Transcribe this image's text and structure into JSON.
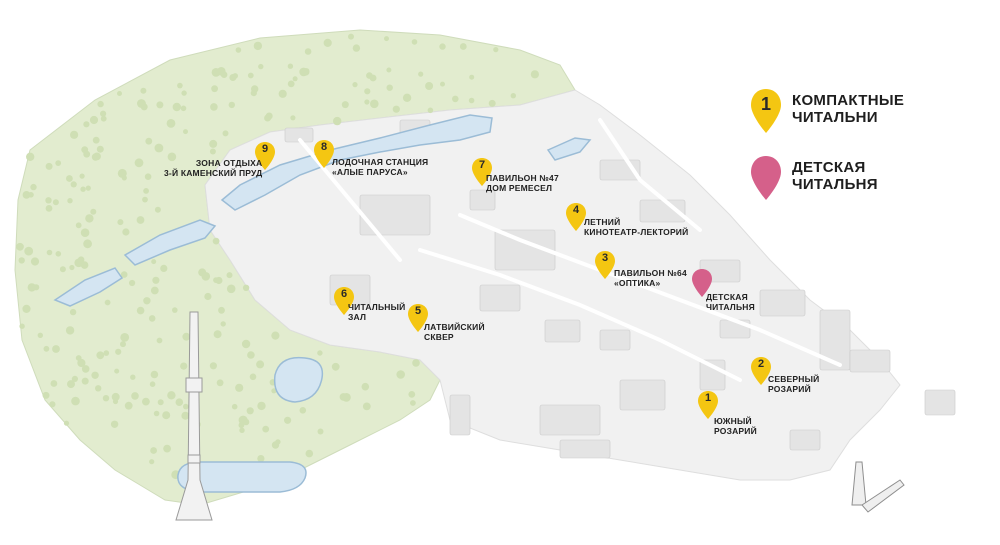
{
  "legend": {
    "compact": {
      "number": "1",
      "line1": "КОМПАКТНЫЕ",
      "line2": "ЧИТАЛЬНИ"
    },
    "kids": {
      "line1": "ДЕТСКАЯ",
      "line2": "ЧИТАЛЬНЯ"
    }
  },
  "colors": {
    "compact_pin": "#f4c612",
    "kids_pin": "#d5608a",
    "forest": "#e2eccf",
    "tree": "#cfdfb4",
    "water": "#d4e5f2",
    "water_stroke": "#9bbcd6",
    "ground": "#f1f1f1",
    "building": "#e4e4e4"
  },
  "points": [
    {
      "number": "1",
      "lines": [
        "ЮЖНЫЙ",
        "РОЗАРИЙ"
      ]
    },
    {
      "number": "2",
      "lines": [
        "СЕВЕРНЫЙ",
        "РОЗАРИЙ"
      ]
    },
    {
      "number": "3",
      "lines": [
        "ПАВИЛЬОН №64",
        "«ОПТИКА»"
      ]
    },
    {
      "number": "4",
      "lines": [
        "ЛЕТНИЙ",
        "КИНОТЕАТР-ЛЕКТОРИЙ"
      ]
    },
    {
      "number": "5",
      "lines": [
        "ЛАТВИЙСКИЙ",
        "СКВЕР"
      ]
    },
    {
      "number": "6",
      "lines": [
        "ЧИТАЛЬНЫЙ",
        "ЗАЛ"
      ]
    },
    {
      "number": "7",
      "lines": [
        "ПАВИЛЬОН №47",
        "ДОМ РЕМЕСЕЛ"
      ]
    },
    {
      "number": "8",
      "lines": [
        "ЛОДОЧНАЯ СТАНЦИЯ",
        "«АЛЫЕ ПАРУСА»"
      ]
    },
    {
      "number": "9",
      "lines": [
        "ЗОНА ОТДЫХА",
        "3-Й КАМЕНСКИЙ ПРУД"
      ]
    }
  ],
  "kids_point": {
    "lines": [
      "ДЕТСКАЯ",
      "ЧИТАЛЬНЯ"
    ]
  }
}
